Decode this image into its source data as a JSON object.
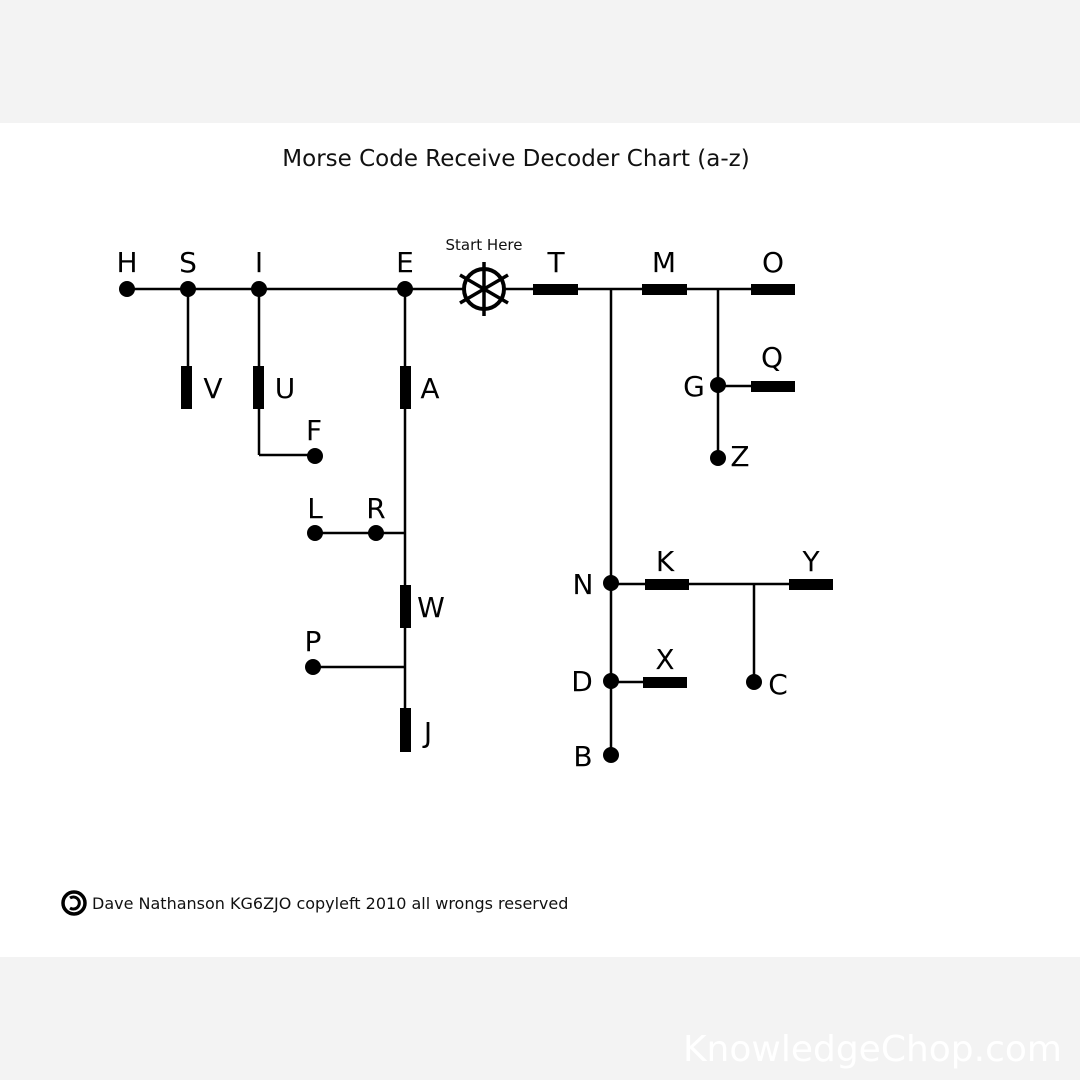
{
  "title": "Morse Code Receive Decoder Chart (a-z)",
  "start_label": "Start Here",
  "letters": {
    "H": "H",
    "S": "S",
    "I": "I",
    "E": "E",
    "T": "T",
    "M": "M",
    "O": "O",
    "V": "V",
    "U": "U",
    "A": "A",
    "F": "F",
    "L": "L",
    "R": "R",
    "W": "W",
    "P": "P",
    "J": "J",
    "G": "G",
    "Q": "Q",
    "Z": "Z",
    "N": "N",
    "K": "K",
    "Y": "Y",
    "D": "D",
    "X": "X",
    "C": "C",
    "B": "B"
  },
  "footer": "Dave Nathanson KG6ZJO copyleft 2010 all wrongs reserved",
  "watermark": "KnowledgeChop.com"
}
